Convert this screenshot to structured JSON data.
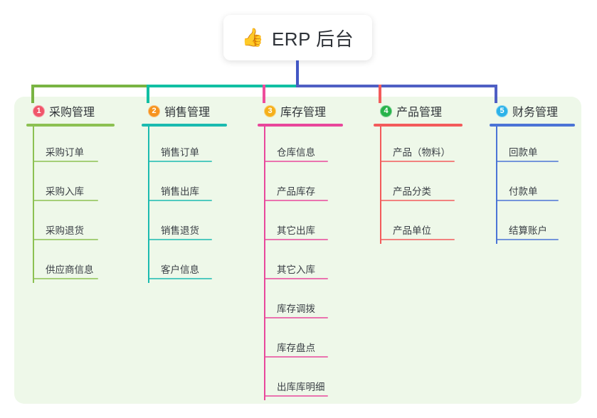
{
  "root": {
    "icon": "thumbs-up-emoji",
    "emoji": "👍",
    "title": "ERP 后台"
  },
  "theme": {
    "page_bg": "#ffffff",
    "panel_bg": "#eef8e9",
    "trunk_color": "#4257c4",
    "text_color": "#2f3338"
  },
  "connector": {
    "segments": [
      {
        "name": "green-segment",
        "color": "#79b443"
      },
      {
        "name": "teal-segment",
        "color": "#11bfa3"
      },
      {
        "name": "indigo-segment",
        "color": "#4f5fc4"
      }
    ]
  },
  "columns": [
    {
      "number": "1",
      "title": "采购管理",
      "badge_color": "#f0566a",
      "line_color": "#8cc152",
      "drop_color": "#79b443",
      "items": [
        "采购订单",
        "采购入库",
        "采购退货",
        "供应商信息"
      ]
    },
    {
      "number": "2",
      "title": "销售管理",
      "badge_color": "#f6931e",
      "line_color": "#1bbbb0",
      "drop_color": "#11bfa3",
      "items": [
        "销售订单",
        "销售出库",
        "销售退货",
        "客户信息"
      ]
    },
    {
      "number": "3",
      "title": "库存管理",
      "badge_color": "#f5b01a",
      "line_color": "#e8479b",
      "drop_color": "#ee4d9b",
      "items": [
        "仓库信息",
        "产品库存",
        "其它出库",
        "其它入库",
        "库存调拨",
        "库存盘点",
        "出库库明细"
      ]
    },
    {
      "number": "4",
      "title": "产品管理",
      "badge_color": "#27b34a",
      "line_color": "#f35b5b",
      "drop_color": "#f35b5b",
      "items": [
        "产品（物料）",
        "产品分类",
        "产品单位"
      ]
    },
    {
      "number": "5",
      "title": "财务管理",
      "badge_color": "#2bb2e8",
      "line_color": "#4b74d6",
      "drop_color": "#4f5fc4",
      "items": [
        "回款单",
        "付款单",
        "结算账户"
      ]
    }
  ]
}
